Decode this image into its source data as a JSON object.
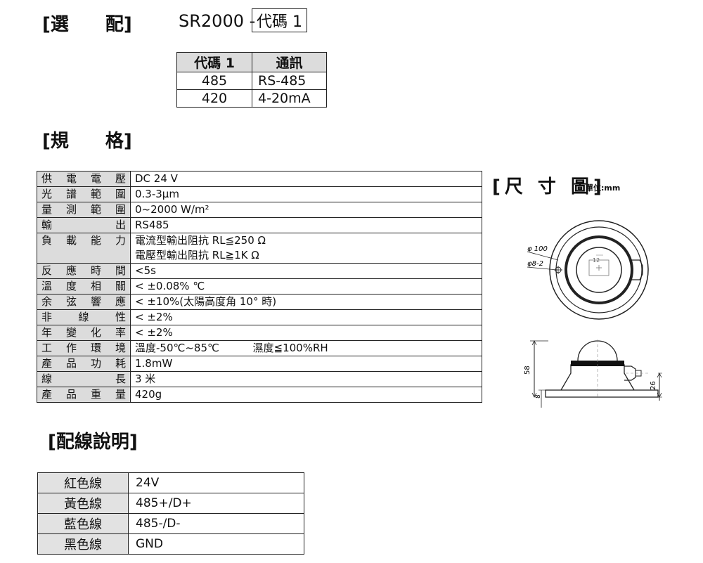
{
  "selection": {
    "header": "[選　　配]",
    "model_prefix": "SR2000 -",
    "code_box": "代碼 1",
    "table": {
      "headers": [
        "代碼 1",
        "通訊"
      ],
      "rows": [
        [
          "485",
          "RS-485"
        ],
        [
          "420",
          "4-20mA"
        ]
      ]
    }
  },
  "spec": {
    "header": "[規　　格]",
    "rows": [
      {
        "label": "供電電壓",
        "value": "DC 24 V"
      },
      {
        "label": "光譜範圍",
        "value": "0.3-3μm"
      },
      {
        "label": "量測範圍",
        "value": "0~2000 W/m²"
      },
      {
        "label": "輸　　出",
        "value": "RS485"
      },
      {
        "label": "負載能力",
        "value": "電流型輸出阻抗  RL≦250 Ω",
        "value2": "電壓型輸出阻抗     RL≧1K Ω"
      },
      {
        "label": "反應時間",
        "value": "<5s"
      },
      {
        "label": "溫度相關",
        "value": "< ±0.08%  ℃"
      },
      {
        "label": "余弦響應",
        "value": "< ±10%(太陽高度角 10°  時)"
      },
      {
        "label": "非 線 性",
        "value": "< ±2%"
      },
      {
        "label": "年變化率",
        "value": "< ±2%"
      },
      {
        "label": "工作環境",
        "value": "溫度-50℃~85℃          濕度≦100%RH"
      },
      {
        "label": "產品功耗",
        "value": "1.8mW"
      },
      {
        "label": "線　　長",
        "value": "3 米"
      },
      {
        "label": "產品重量",
        "value": "420g"
      }
    ]
  },
  "dimensions": {
    "header": "[尺 寸 圖]",
    "unit": "單位:mm",
    "dia_outer": "φ 100",
    "holes": "φ8-2",
    "inner": "12",
    "height_total": "58",
    "base_h": "8",
    "side_h": "26"
  },
  "wiring": {
    "header": "[配線說明]",
    "rows": [
      {
        "color": "紅色線",
        "signal": "24V"
      },
      {
        "color": "黃色線",
        "signal": "485+/D+"
      },
      {
        "color": "藍色線",
        "signal": "485-/D-"
      },
      {
        "color": "黑色線",
        "signal": "GND"
      }
    ]
  }
}
